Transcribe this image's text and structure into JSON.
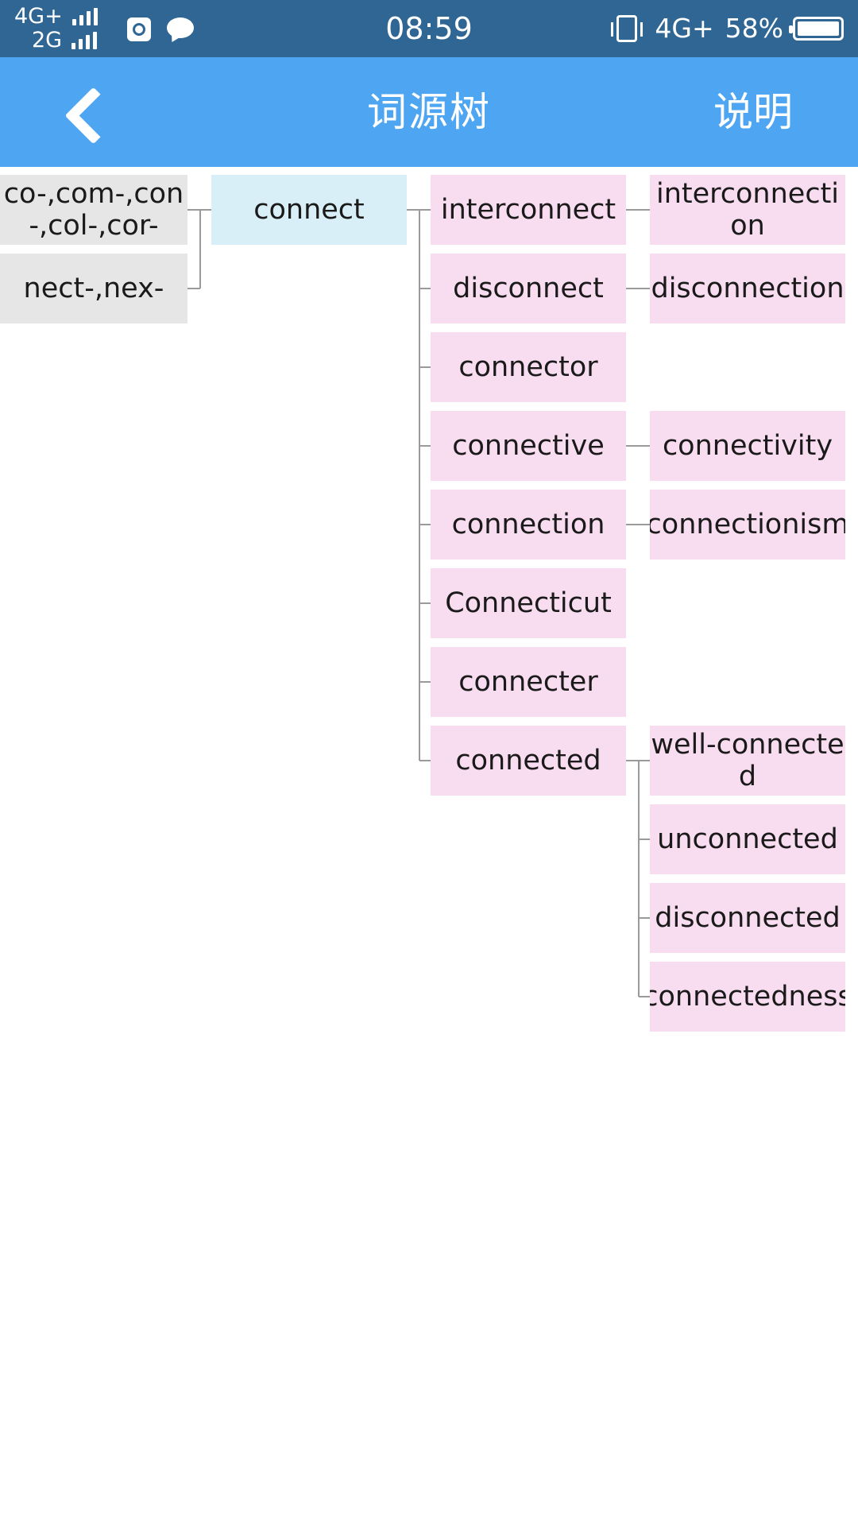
{
  "status_bar": {
    "net1": "4G+",
    "net2": "2G",
    "time": "08:59",
    "net_right": "4G+",
    "battery": "58%"
  },
  "nav": {
    "back_icon": "back-chevron-icon",
    "title": "词源树",
    "right": "说明"
  },
  "roots": [
    "co-,com-,con-,col-,cor-",
    "nect-,nex-"
  ],
  "main_word": "connect",
  "derivatives": [
    "interconnect",
    "disconnect",
    "connector",
    "connective",
    "connection",
    "Connecticut",
    "connecter",
    "connected"
  ],
  "sub_derivatives": {
    "interconnect": [
      "interconnection"
    ],
    "disconnect": [
      "disconnection"
    ],
    "connective": [
      "connectivity"
    ],
    "connection": [
      "connectionism"
    ],
    "connected": [
      "well-connected",
      "unconnected",
      "disconnected",
      "connectedness"
    ]
  },
  "colors": {
    "status_bar": "#2f6694",
    "nav_bar": "#4ea6f2",
    "root_node": "#e6e6e6",
    "main_node": "#d8eff7",
    "derived_node": "#f8dcef",
    "connector_line": "#9a9a9a"
  }
}
